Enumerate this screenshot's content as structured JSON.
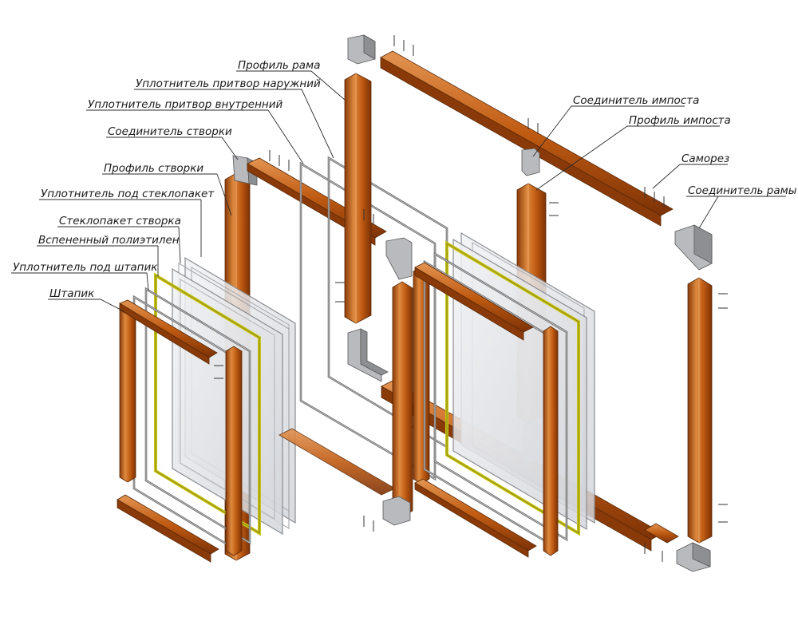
{
  "diagram": {
    "title": "Exploded view of a window unit",
    "colors": {
      "profile": "#c05b12",
      "profile_light": "#de8a3f",
      "profile_dark": "#8a3a08",
      "glass": "#e4e6ea",
      "gasket": "#6e6e6e",
      "foam": "#c9c417",
      "connector": "#b9babd"
    },
    "labels": [
      {
        "id": "frame-profile",
        "text": "Профиль рама"
      },
      {
        "id": "outer-seal",
        "text": "Уплотнитель притвор наружний"
      },
      {
        "id": "inner-seal",
        "text": "Уплотнитель притвор внутренний"
      },
      {
        "id": "sash-connector",
        "text": "Соединитель створки"
      },
      {
        "id": "sash-profile",
        "text": "Профиль створки"
      },
      {
        "id": "glazing-seal",
        "text": "Уплотнитель под стеклопакет"
      },
      {
        "id": "sash-glass-unit",
        "text": "Стеклопакет створка"
      },
      {
        "id": "foamed-polyethylene",
        "text": "Вспененный полиэтилен"
      },
      {
        "id": "bead-seal",
        "text": "Уплотнитель под штапик"
      },
      {
        "id": "glazing-bead",
        "text": "Штапик"
      },
      {
        "id": "mullion-connector",
        "text": "Соединитель импоста"
      },
      {
        "id": "mullion-profile",
        "text": "Профиль импоста"
      },
      {
        "id": "self-tapping-screw",
        "text": "Саморез"
      },
      {
        "id": "frame-connector",
        "text": "Соединитель рамы"
      }
    ]
  }
}
